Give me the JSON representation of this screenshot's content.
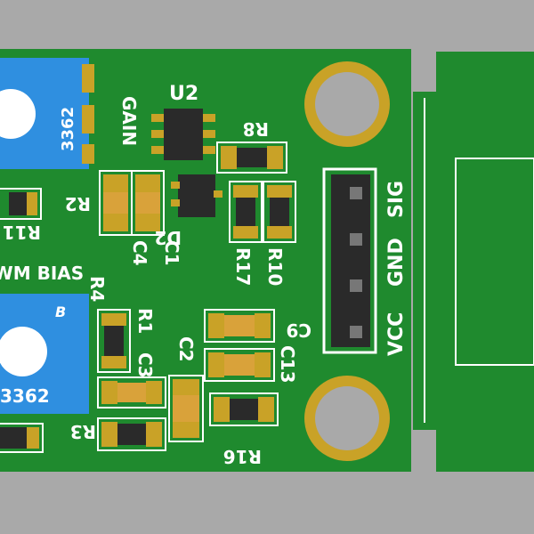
{
  "colors": {
    "background": "#a9a9a9",
    "pcb": "#1f8a2e",
    "silkscreen": "#ffffff",
    "pad_gold": "#c9a227",
    "trimmer_blue": "#2f8fe0",
    "connector": "#2a2a2a"
  },
  "board": {
    "gain_label": "GAIN",
    "bias_label": "PWM BIAS",
    "trimmer_top_code": "3362",
    "trimmer_bottom_code": "3362",
    "trimmer_bottom_mark": "B",
    "pins": [
      "SIG",
      "GND",
      "VCC"
    ]
  },
  "refs": {
    "u2": "U2",
    "r8": "R8",
    "d2": "D2",
    "r17": "R17",
    "r10": "R10",
    "c4": "C4",
    "c1": "C1",
    "r2": "R2",
    "r11": "R11",
    "r4": "R4",
    "r1": "R1",
    "c3": "C3",
    "c2": "C2",
    "c9": "C9",
    "c13": "C13",
    "r16": "R16",
    "r3": "R3"
  }
}
